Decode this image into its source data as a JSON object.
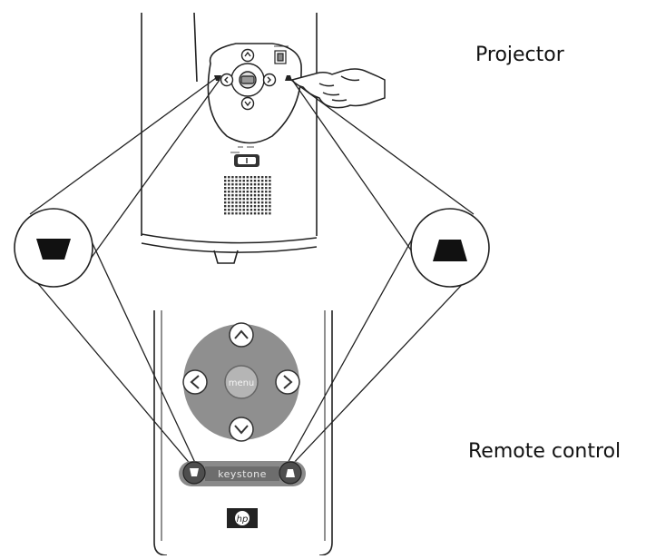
{
  "labels": {
    "projector": "Projector",
    "remote_control": "Remote control"
  },
  "remote": {
    "menu_label": "menu",
    "keystone_label": "keystone",
    "logo_text": "hp"
  },
  "icons": {
    "keystone_down": "inverted-trapezoid-icon",
    "keystone_up": "trapezoid-icon",
    "up": "chevron-up-icon",
    "down": "chevron-down-icon",
    "left": "chevron-left-icon",
    "right": "chevron-right-icon",
    "hand": "pointing-hand-icon"
  },
  "colors": {
    "line": "#222222",
    "dpad": "#8f8f8f",
    "keystone_bar": "#7a7a7a",
    "keystone_button": "#555555"
  }
}
